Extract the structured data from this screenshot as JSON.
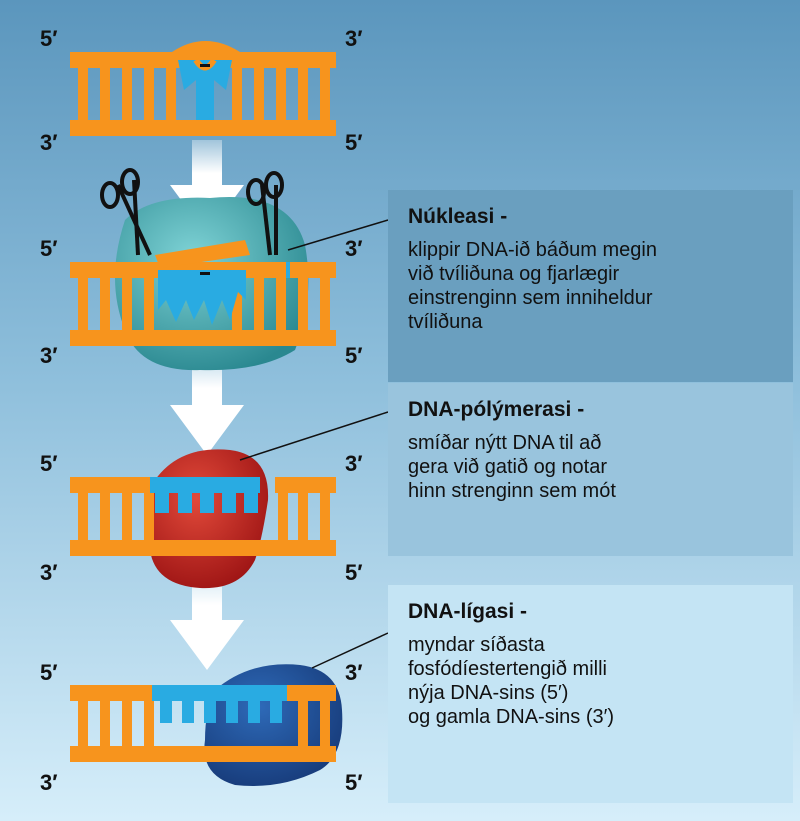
{
  "colors": {
    "background_top": "#5b96bd",
    "background_bottom": "#d6eefa",
    "dna_backbone": "#f7941d",
    "nucleotide_blue": "#29abe2",
    "nuclease_teal": "#3aa3a8",
    "polymerase_red": "#c81e1e",
    "ligase_blue": "#1f4e9a",
    "arrow": "#ffffff"
  },
  "strand_labels": {
    "five_prime": "5′",
    "three_prime": "3′"
  },
  "panels": {
    "nuclease": {
      "title": "Núkleasi -",
      "description": "klippir DNA-ið báðum megin\nvið tvíliðuna og fjarlægir\neinstrenginn sem inniheldur\ntvíliðuna"
    },
    "polymerase": {
      "title": "DNA-pólýmerasi -",
      "description": "smíðar nýtt DNA til að\ngera við gatið og notar\nhinn strenginn sem mót"
    },
    "ligase": {
      "title": "DNA-lígasi -",
      "description": "myndar síðasta\nfosfódíestertengið milli\nnýja DNA-sins (5′)\nog gamla DNA-sins (3′)"
    }
  },
  "icons": [
    "scissors-icon",
    "down-arrow-icon"
  ]
}
